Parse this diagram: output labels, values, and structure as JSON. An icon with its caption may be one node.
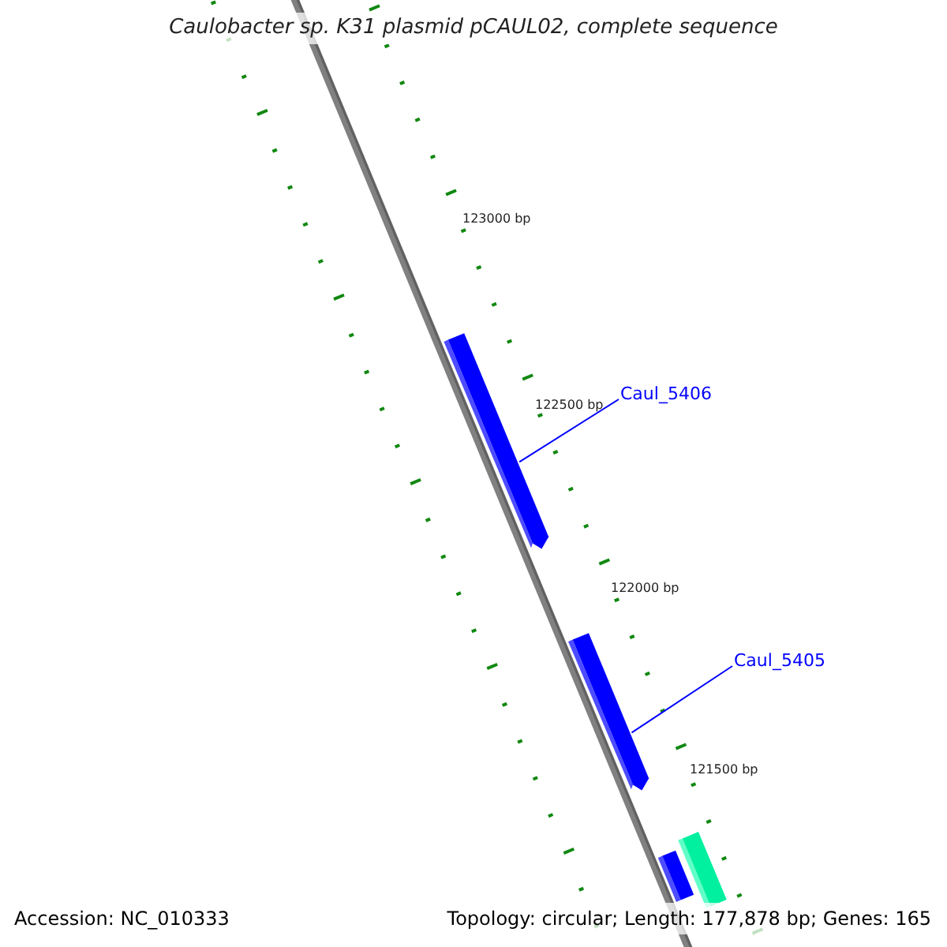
{
  "diagram": {
    "title": "Caulobacter sp. K31 plasmid pCAUL02, complete sequence",
    "nodes": [
      {
        "text": [
          "Caul_5406"
        ]
      },
      {
        "text": [],
        "shape": "arrow"
      },
      {
        "text": [
          "Caul_5405"
        ]
      },
      {
        "text": [],
        "shape": "arrow"
      },
      {
        "text": [],
        "shape": "arrow"
      },
      {
        "text": [],
        "shape": "arrow"
      }
    ],
    "edges": [
      {
        "from": 0,
        "to": 1,
        "arrow": "none"
      },
      {
        "from": 2,
        "to": 3,
        "arrow": "none"
      }
    ],
    "labels": [
      "123000 bp",
      "122500 bp",
      "122000 bp",
      "121500 bp",
      "Accession: NC_010333",
      "Topology: circular; Length: 177,878 bp; Genes: 165"
    ]
  }
}
